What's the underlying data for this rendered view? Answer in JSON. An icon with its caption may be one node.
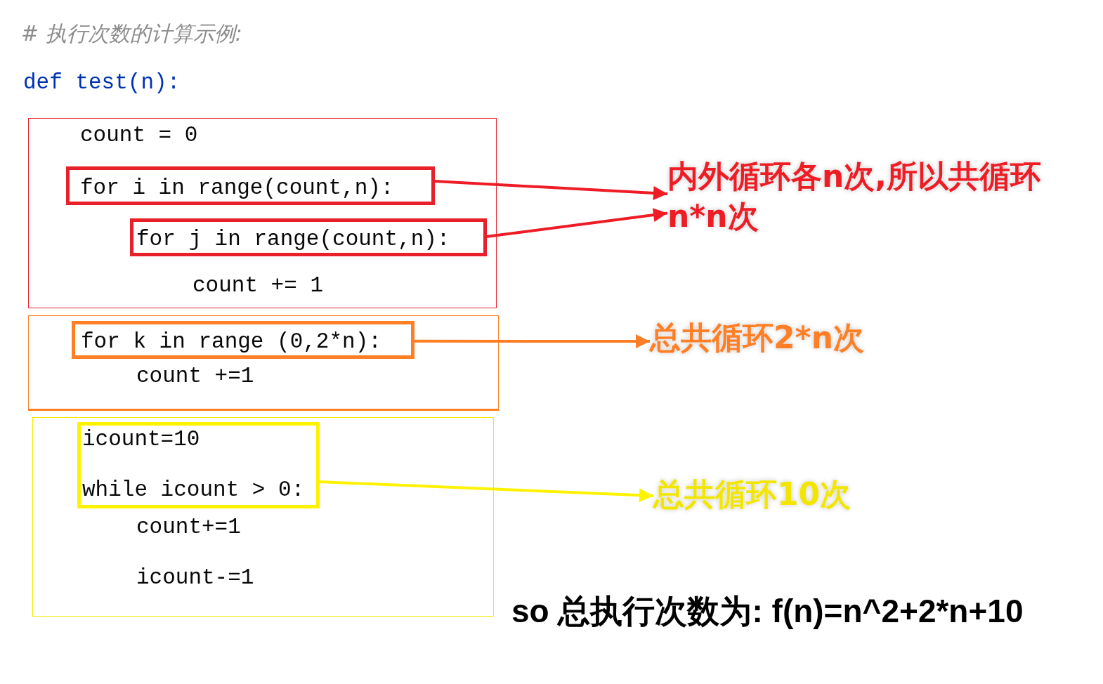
{
  "diagram": {
    "nodes": [
      {
        "text": [
          "count = 0",
          "count += 1"
        ]
      },
      {
        "text": [
          "for i in range(count,n):"
        ],
        "in": 0
      },
      {
        "text": [
          "for j in range(count,n):"
        ],
        "in": 0
      },
      {
        "text": [
          "内外循环各n次,所以共循环n*n次"
        ]
      },
      {
        "text": [
          "count +=1"
        ]
      },
      {
        "text": [
          "for k in range (0,2*n):"
        ],
        "in": 4
      },
      {
        "text": [
          "总共循环2*n次"
        ]
      },
      {
        "text": [
          "count+=1",
          "icount-=1"
        ]
      },
      {
        "text": [
          "icount=10",
          "while icount > 0:"
        ],
        "in": 7
      },
      {
        "text": [
          "总共循环10次"
        ]
      }
    ],
    "edges": [
      {
        "from": 1,
        "to": 3,
        "arrow": "to"
      },
      {
        "from": 2,
        "to": 3,
        "arrow": "to"
      },
      {
        "from": 5,
        "to": 6,
        "arrow": "to",
        "color": "#ff7f27"
      },
      {
        "from": 8,
        "to": 9,
        "arrow": "to",
        "color": "#fff200"
      }
    ],
    "labels": [
      "# 执行次数的计算示例:",
      "def test(n):",
      "so 总执行次数为: f(n)=n^2+2*n+10"
    ]
  }
}
